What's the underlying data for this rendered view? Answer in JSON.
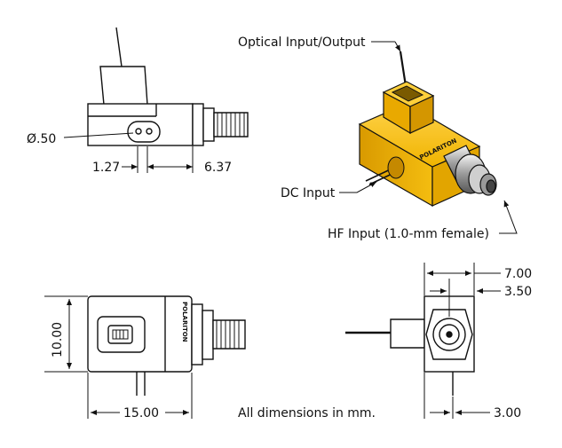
{
  "labels": {
    "optical_port": "Optical Input/Output",
    "dc_input": "DC Input",
    "hf_input": "HF Input (1.0-mm female)",
    "units_note": "All dimensions in mm."
  },
  "dimensions": {
    "fiber_diameter": "Ø.50",
    "side_offset_left": "1.27",
    "side_offset_right": "6.37",
    "height": "10.00",
    "length": "15.00",
    "width": "7.00",
    "half_width": "3.50",
    "pin_offset": "3.00"
  },
  "branding": {
    "text": "POLARITON"
  },
  "colors": {
    "body_fill": "#f0b800",
    "body_dark": "#c98f00",
    "line": "#111111"
  }
}
